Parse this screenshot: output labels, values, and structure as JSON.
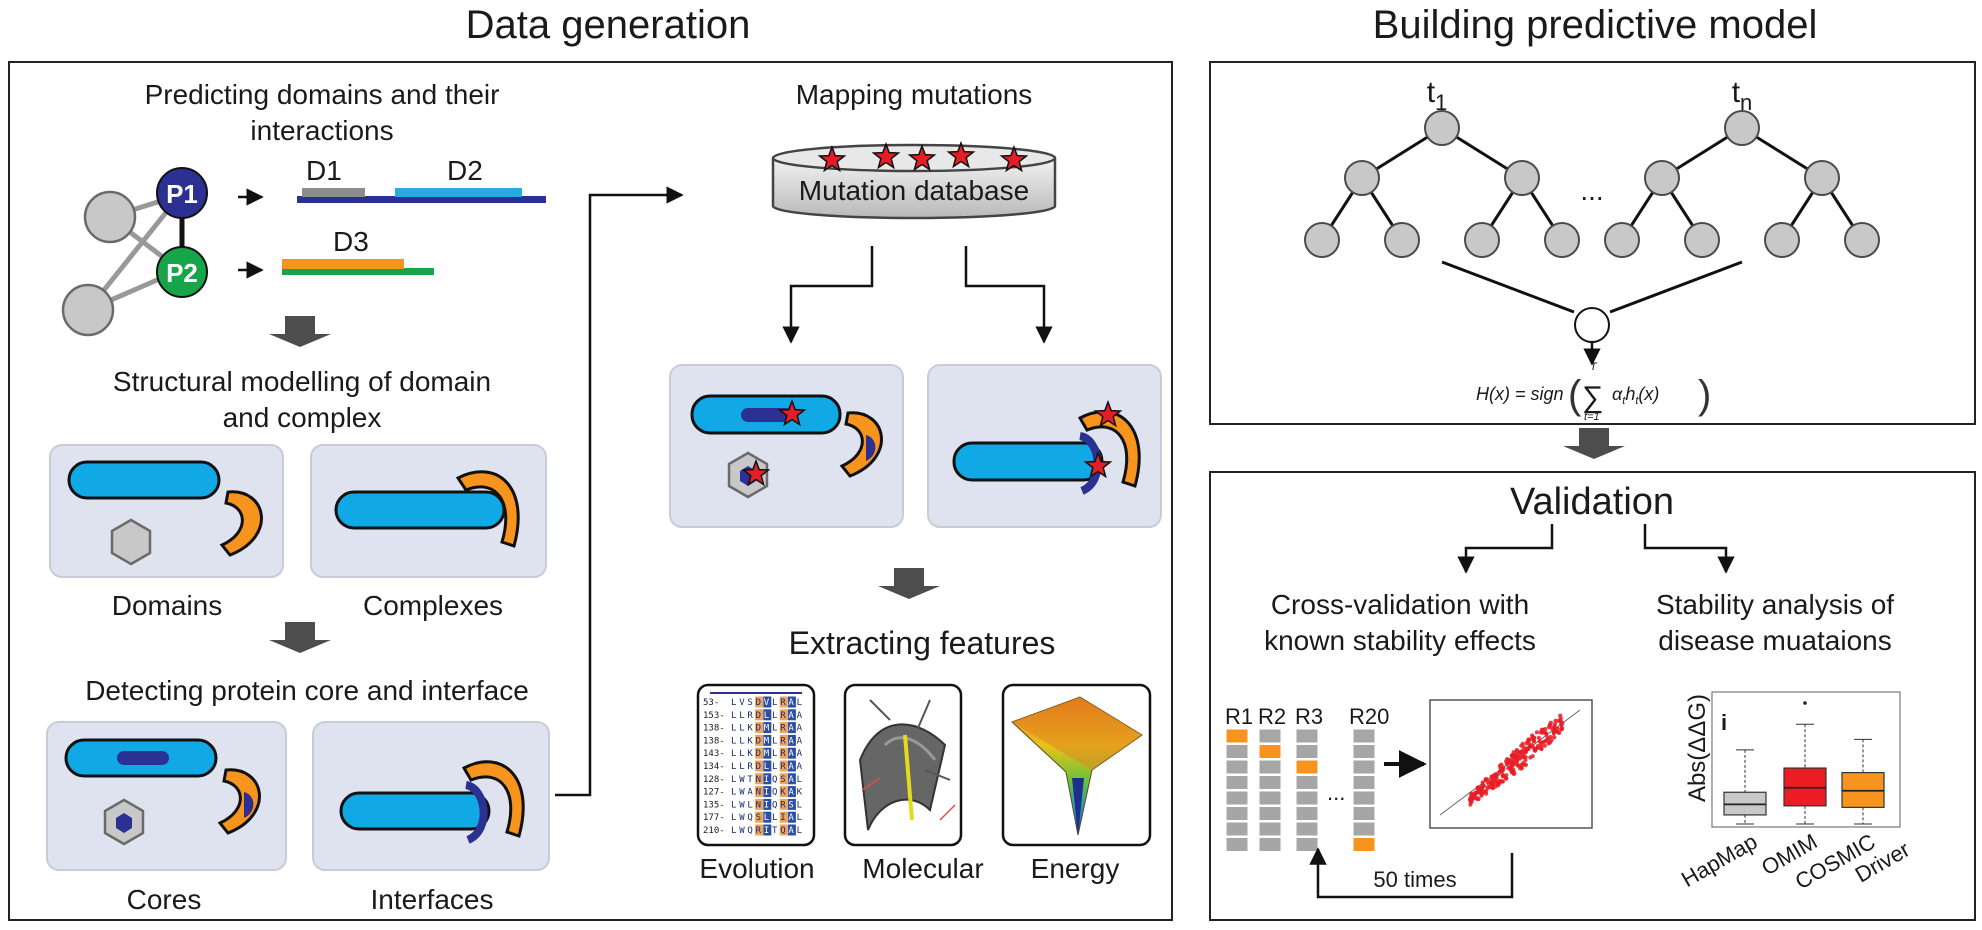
{
  "sections": {
    "data_generation": "Data generation",
    "building_model": "Building predictive model"
  },
  "domains_step": {
    "title_line1": "Predicting domains and their",
    "title_line2": "interactions",
    "p1": "P1",
    "p2": "P2",
    "d1": "D1",
    "d2": "D2",
    "d3": "D3"
  },
  "modelling_step": {
    "title_line1": "Structural modelling of domain",
    "title_line2": "and complex",
    "domains_label": "Domains",
    "complexes_label": "Complexes"
  },
  "core_step": {
    "title": "Detecting protein core and interface",
    "cores_label": "Cores",
    "interfaces_label": "Interfaces"
  },
  "mapping_step": {
    "title": "Mapping mutations",
    "database_label": "Mutation database"
  },
  "features_step": {
    "title": "Extracting features",
    "evolution_label": "Evolution",
    "molecular_label": "Molecular",
    "energy_label": "Energy",
    "alignment_rows": [
      "53-LVSDVLRAL",
      "153-LLRDLLRAA",
      "138-LLKDMLRAA",
      "138-LLKDMLRAA",
      "143-LLKDMLRAA",
      "134-LLRDLLRAA",
      "128-LWTNIQSAL",
      "127-LWANIQKAK",
      "135-LWLNIQRSL",
      "177-LWQSLLIAL",
      "210-LWQRITQAL"
    ]
  },
  "model": {
    "t1": "t",
    "t1_sub": "1",
    "tn": "t",
    "tn_sub": "n",
    "ellipsis": "...",
    "formula_lhs": "H(x) = sign",
    "formula_sum_top": "T",
    "formula_sum_bottom": "t=1",
    "formula_term": "α",
    "formula_term_sub": "t",
    "formula_h": "h",
    "formula_h_sub": "t",
    "formula_arg": "(x)"
  },
  "validation": {
    "title": "Validation",
    "cv_line1": "Cross-validation with",
    "cv_line2": "known stability effects",
    "stab_line1": "Stability analysis of",
    "stab_line2": "disease muataions",
    "folds": [
      "R1",
      "R2",
      "R3",
      "R20"
    ],
    "fold_ellipsis": "...",
    "repeat_label": "50 times",
    "ylabel": "Abs(ΔΔG)",
    "panel_tag": "i"
  },
  "chart_data": {
    "type": "box",
    "categories": [
      "HapMap",
      "OMIM",
      "COSMIC Driver"
    ],
    "category_lines": [
      [
        "HapMap"
      ],
      [
        "OMIM"
      ],
      [
        "COSMIC",
        "Driver"
      ]
    ],
    "series": [
      {
        "values": [
          {
            "whisker_low": 0.0,
            "q1": 0.3,
            "median": 0.65,
            "q3": 1.05,
            "whisker_high": 2.45
          },
          {
            "whisker_low": 0.0,
            "q1": 0.6,
            "median": 1.2,
            "q3": 1.85,
            "whisker_high": 3.3,
            "outliers": [
              4.0
            ]
          },
          {
            "whisker_low": 0.0,
            "q1": 0.55,
            "median": 1.1,
            "q3": 1.7,
            "whisker_high": 2.8
          }
        ]
      }
    ],
    "colors": [
      "#c8c8c8",
      "#ed1c24",
      "#f7941d"
    ],
    "ylim": [
      0,
      4.2
    ],
    "ylabel": "Abs(ΔΔG)"
  }
}
